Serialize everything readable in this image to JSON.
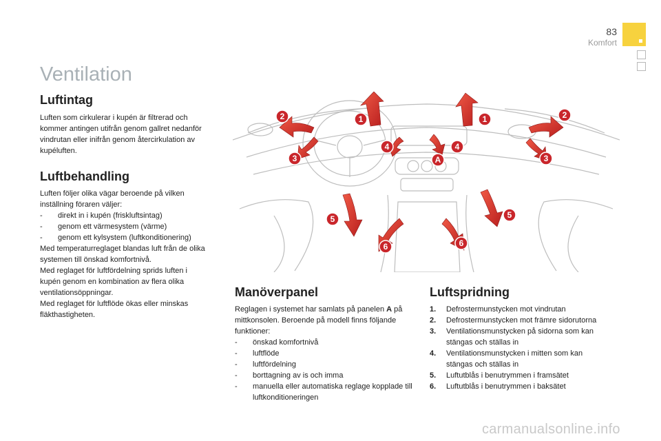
{
  "header": {
    "page_number": "83",
    "section": "Komfort",
    "accent_color": "#f7d23e"
  },
  "title": "Ventilation",
  "luftintag": {
    "heading": "Luftintag",
    "text": "Luften som cirkulerar i kupén är filtrerad och kommer antingen utifrån genom gallret nedanför vindrutan eller inifrån genom återcirkulation av kupéluften."
  },
  "luftbehandling": {
    "heading": "Luftbehandling",
    "intro": "Luften följer olika vägar beroende på vilken inställning föraren väljer:",
    "items": [
      "direkt in i kupén (friskluftsintag)",
      "genom ett värmesystem (värme)",
      "genom ett kylsystem (luftkonditionering)"
    ],
    "paragraphs": [
      "Med temperaturreglaget blandas luft från de olika systemen till önskad komfortnivå.",
      "Med reglaget för luftfördelning sprids luften i kupén genom en kombination av flera olika ventilationsöppningar.",
      "Med reglaget för luftflöde ökas eller minskas fläkthastigheten."
    ]
  },
  "illustration": {
    "labels": [
      "1",
      "2",
      "3",
      "4",
      "5",
      "6",
      "A"
    ],
    "arrow_color": "#d9302c",
    "badge_color": "#c9262b"
  },
  "manoverpanel": {
    "heading": "Manöverpanel",
    "intro_before": "Reglagen i systemet har samlats på panelen ",
    "intro_bold": "A",
    "intro_after": " på mittkonsolen. Beroende på modell finns följande funktioner:",
    "items": [
      "önskad komfortnivå",
      "luftflöde",
      "luftfördelning",
      "borttagning av is och imma",
      "manuella eller automatiska reglage kopplade till luftkonditioneringen"
    ]
  },
  "luftspridning": {
    "heading": "Luftspridning",
    "items": [
      {
        "num": "1.",
        "text": "Defrostermunstycken mot vindrutan"
      },
      {
        "num": "2.",
        "text": "Defrostermunstycken mot främre sidorutorna"
      },
      {
        "num": "3.",
        "text": "Ventilationsmunstycken på sidorna som kan stängas och ställas in"
      },
      {
        "num": "4.",
        "text": "Ventilationsmunstycken i mitten som kan stängas och ställas in"
      },
      {
        "num": "5.",
        "text": "Luftutblås i benutrymmen i framsätet"
      },
      {
        "num": "6.",
        "text": "Luftutblås i benutrymmen i baksätet"
      }
    ]
  },
  "watermark": "carmanualsonline.info"
}
